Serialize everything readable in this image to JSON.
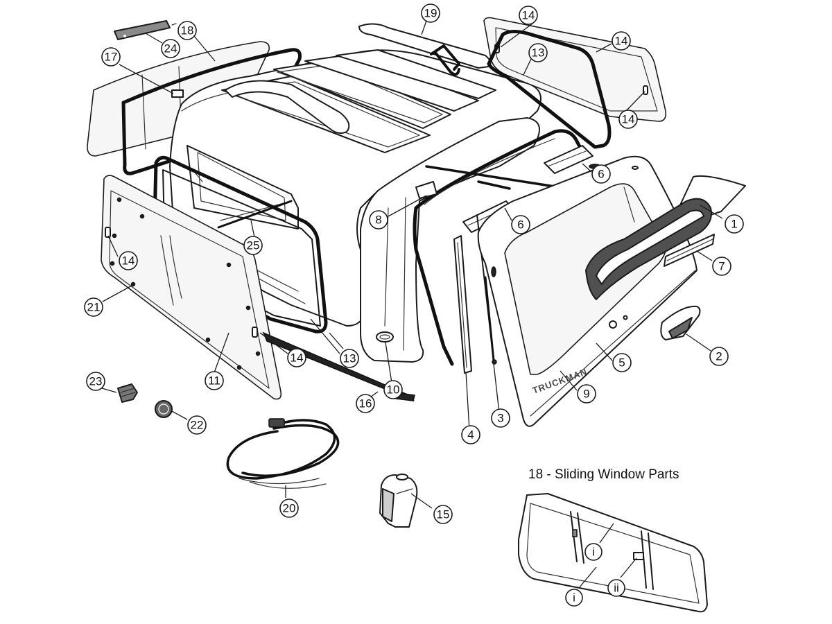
{
  "inset": {
    "title": "18 - Sliding Window Parts"
  },
  "brand_text": "TRUCKMAN",
  "callouts": {
    "c1": "1",
    "c2": "2",
    "c3": "3",
    "c4": "4",
    "c5": "5",
    "c6a": "6",
    "c6b": "6",
    "c7": "7",
    "c8": "8",
    "c9": "9",
    "c10": "10",
    "c11": "11",
    "c13a": "13",
    "c13b": "13",
    "c14a": "14",
    "c14b": "14",
    "c14c": "14",
    "c14d": "14",
    "c14e": "14",
    "c15": "15",
    "c16": "16",
    "c17": "17",
    "c18": "18",
    "c19": "19",
    "c20": "20",
    "c21": "21",
    "c22": "22",
    "c23": "23",
    "c24": "24",
    "c25": "25",
    "ci1": "i",
    "ci2": "i",
    "cii": "ii"
  }
}
